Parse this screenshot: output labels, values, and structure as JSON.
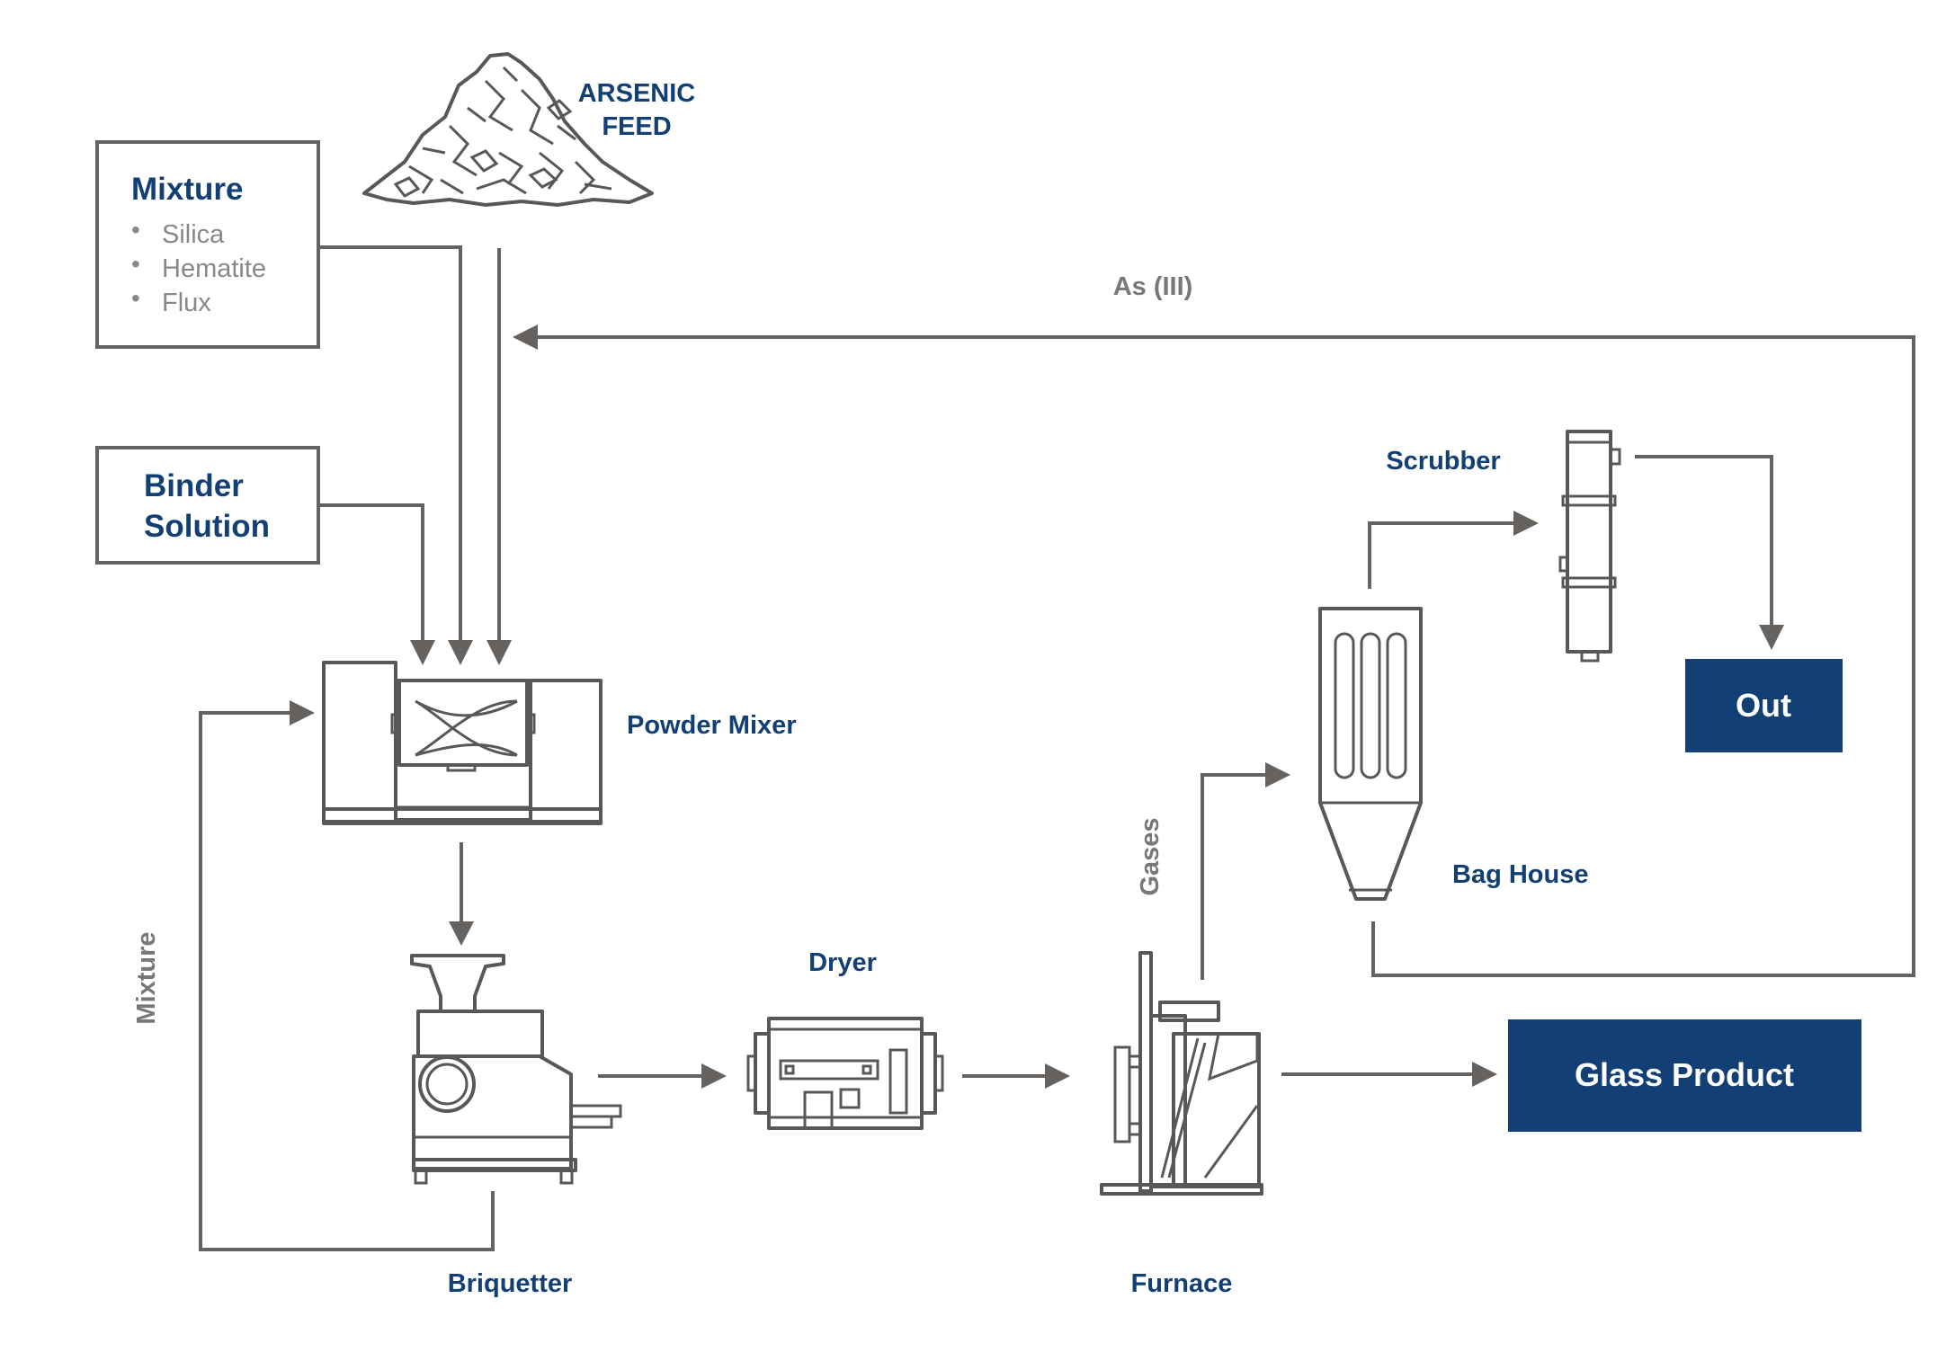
{
  "arsenic_feed": {
    "line1": "ARSENIC",
    "line2": "FEED"
  },
  "mixture_box": {
    "title": "Mixture",
    "items": [
      "Silica",
      "Hematite",
      "Flux"
    ]
  },
  "binder_box": {
    "line1": "Binder",
    "line2": "Solution"
  },
  "labels": {
    "as_iii": "As (III)",
    "scrubber": "Scrubber",
    "powder_mixer": "Powder Mixer",
    "bag_house": "Bag House",
    "gases": "Gases",
    "dryer": "Dryer",
    "mixture_recycle": "Mixture",
    "briquetter": "Briquetter",
    "furnace": "Furnace"
  },
  "outputs": {
    "out": "Out",
    "glass_product": "Glass Product"
  },
  "colors": {
    "navy": "#123f74",
    "line": "#66625f",
    "label_gray": "#7a7775"
  }
}
